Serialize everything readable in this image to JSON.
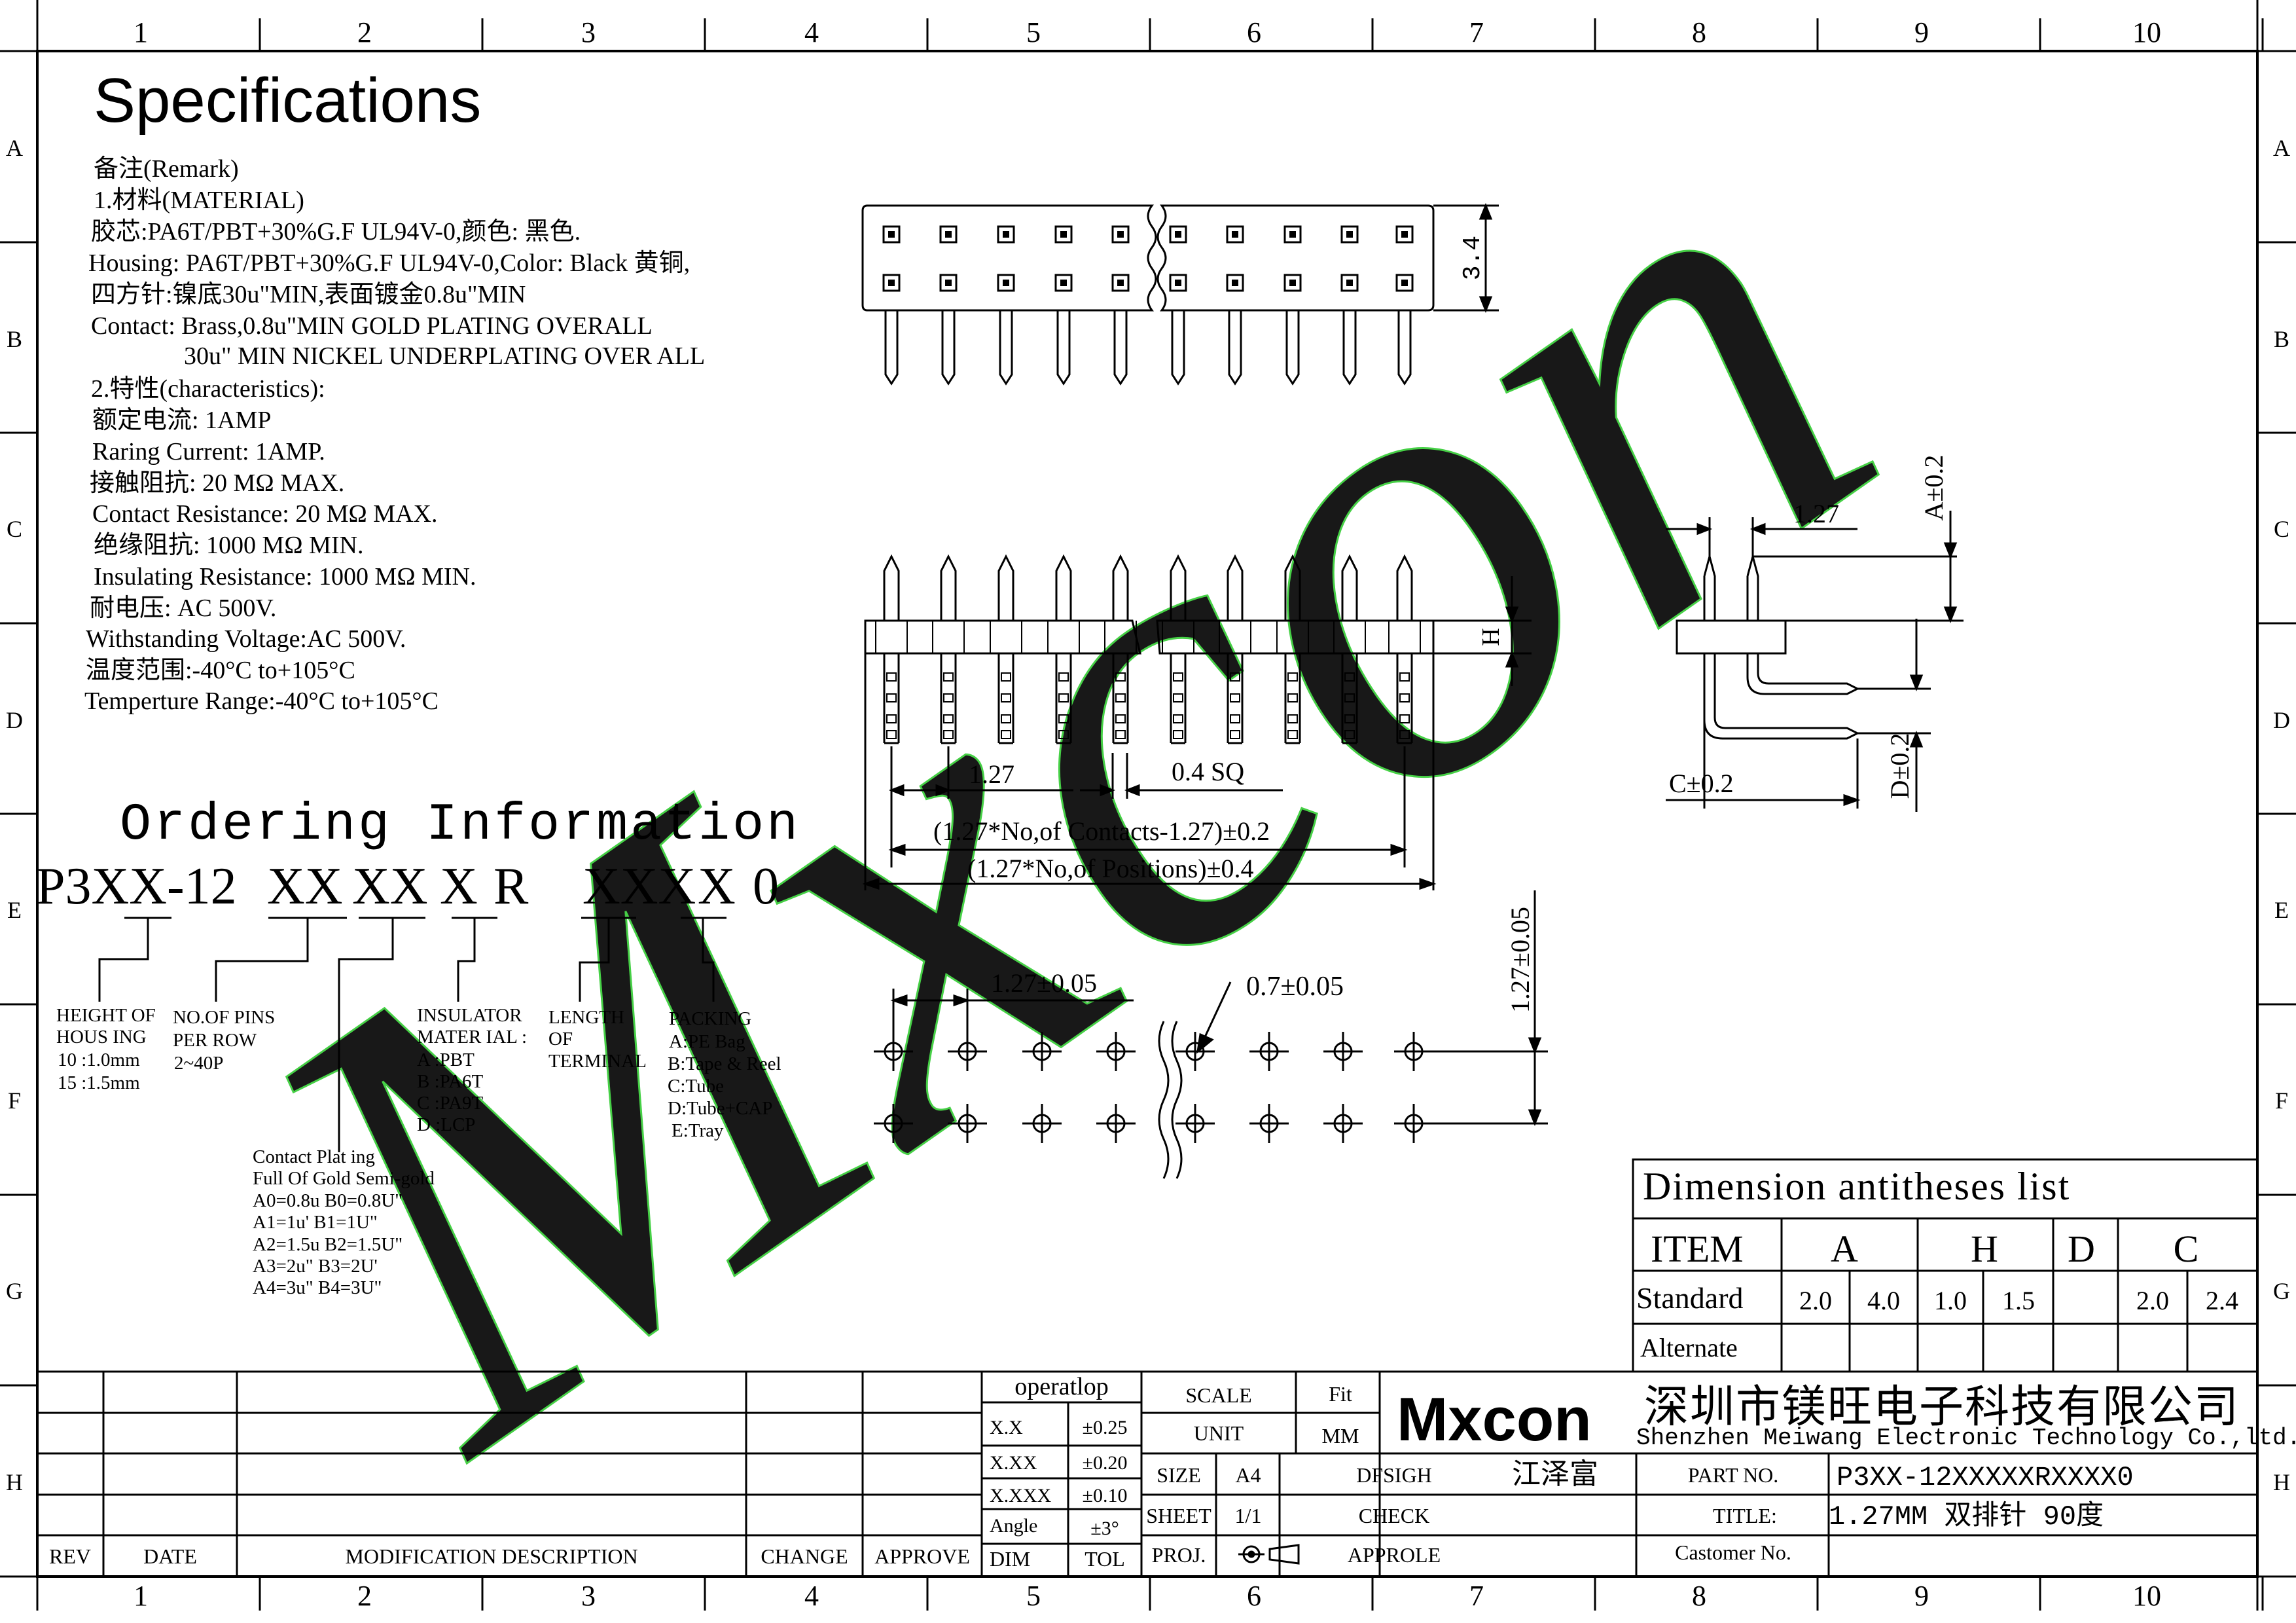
{
  "frame": {
    "cols": [
      "1",
      "2",
      "3",
      "4",
      "5",
      "6",
      "7",
      "8",
      "9",
      "10"
    ],
    "rows": [
      "A",
      "B",
      "C",
      "D",
      "E",
      "F",
      "G",
      "H"
    ]
  },
  "specifications": {
    "title": "Specifications",
    "lines": [
      "备注(Remark)",
      "1.材料(MATERIAL)",
      "胶芯:PA6T/PBT+30%G.F UL94V-0,颜色: 黑色.",
      "Housing: PA6T/PBT+30%G.F UL94V-0,Color: Black 黄铜,",
      "四方针:镍底30u\"MIN,表面镀金0.8u\"MIN",
      "Contact: Brass,0.8u\"MIN GOLD PLATING OVERALL",
      "30u\" MIN NICKEL UNDERPLATING OVER ALL",
      "2.特性(characteristics):",
      "额定电流: 1AMP",
      "Raring Current: 1AMP.",
      "接触阻抗: 20 MΩ MAX.",
      "Contact Resistance: 20 MΩ MAX.",
      "绝缘阻抗: 1000 MΩ MIN.",
      "Insulating Resistance: 1000 MΩ MIN.",
      "耐电压: AC 500V.",
      "Withstanding Voltage:AC 500V.",
      "温度范围:-40°C to+105°C",
      "Temperture Range:-40°C to+105°C"
    ]
  },
  "ordering": {
    "title": "Ordering Information",
    "code_parts": [
      "P3XX-12",
      "XX",
      "XX",
      "X",
      "R",
      "XXX",
      "X",
      "0"
    ],
    "height": {
      "title1": "HEIGHT OF",
      "title2": "HOUS ING",
      "opt1": "10 :1.0mm",
      "opt2": "15 :1.5mm"
    },
    "pins": {
      "title1": "NO.OF PINS",
      "title2": "PER ROW",
      "opt1": "2~40P"
    },
    "insulator": {
      "title1": "INSULATOR",
      "title2": "MATER IAL :",
      "opts": [
        "A :PBT",
        "B :PA6T",
        "C :PA9T",
        "D :LCP"
      ]
    },
    "length": {
      "title1": "LENGTH",
      "title2": "OF",
      "title3": "TERMINAL"
    },
    "packing": {
      "title1": "PACKING",
      "opts": [
        "A:PE Bag",
        "B:Tape & Reel",
        "C:Tube",
        "D:Tube+CAP",
        "E:Tray"
      ]
    },
    "plating": {
      "title1": "Contact Plat ing",
      "title2": "Full Of Gold Semi-gold",
      "opts": [
        "A0=0.8u B0=0.8U\"",
        "A1=1u' B1=1U\"",
        "A2=1.5u B2=1.5U\"",
        "A3=2u\" B3=2U'",
        "A4=3u\" B4=3U\""
      ]
    }
  },
  "dims": {
    "top_h": "3.4",
    "pitch": "1.27",
    "pin_sq": "0.4  SQ",
    "contacts_formula": "(1.27*No,of Contacts-1.27)±0.2",
    "positions_formula": "(1.27*No,of Positions)±0.4",
    "h": "H",
    "side_pitch": "1.27",
    "a_tol": "A±0.2",
    "c_tol": "C±0.2",
    "d_tol": "D±0.2",
    "pcb_pitch": "1.27±0.05",
    "hole": "0.7±0.05",
    "row_pitch": "1.27±0.05"
  },
  "dimension_table": {
    "title": "Dimension  antitheses list",
    "headers": [
      "ITEM",
      "A",
      "H",
      "D",
      "C"
    ],
    "standard_label": "Standard",
    "standard_values": [
      "2.0",
      "4.0",
      "1.0",
      "1.5",
      "",
      "2.0",
      "2.4"
    ],
    "alternate_label": "Alternate"
  },
  "title_block": {
    "rev_headers": [
      "REV",
      "DATE",
      "MODIFICATION DESCRIPTION",
      "CHANGE",
      "APPROVE"
    ],
    "operatlop": "operatlop",
    "tolerances": [
      [
        "X.X",
        "±0.25"
      ],
      [
        "X.XX",
        "±0.20"
      ],
      [
        "X.XXX",
        "±0.10"
      ],
      [
        "Angle",
        "±3°"
      ],
      [
        "DIM",
        "TOL"
      ]
    ],
    "scale_label": "SCALE",
    "scale_value": "Fit",
    "unit_label": "UNIT",
    "unit_value": "MM",
    "size_label": "SIZE",
    "size_value": "A4",
    "sheet_label": "SHEET",
    "sheet_value": "1/1",
    "proj_label": "PROJ.",
    "dfsigh_label": "DFSIGH",
    "dfsigh_value": "江泽富",
    "check_label": "CHECK",
    "approle_label": "APPROLE",
    "logo": "Mxcon",
    "company_cn": "深圳市镁旺电子科技有限公司",
    "company_en": "Shenzhen Meiwang Electronic Technology Co.,ltd.",
    "part_label": "PART NO.",
    "part_value": "P3XX-12XXXXXRXXXX0",
    "title_label": "TITLE:",
    "title_value": "1.27MM 双排针  90度",
    "customer_label": "Castomer No."
  },
  "watermark": "Mxcon",
  "colors": {
    "line": "#000000",
    "watermark": "#33cc33",
    "logo": "#1a237e"
  }
}
